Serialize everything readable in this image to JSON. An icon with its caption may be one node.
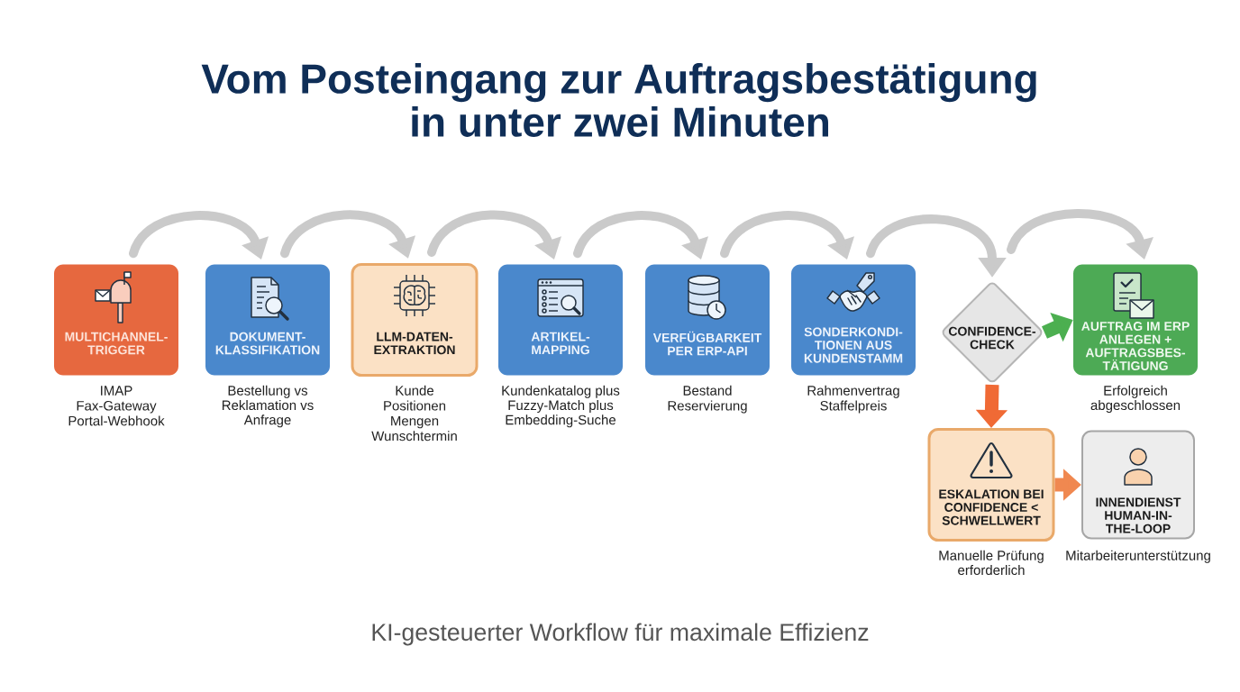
{
  "diagram": {
    "title": "Vom Posteingang zur Auftragsbestätigung in unter zwei Minuten",
    "caption": "KI-gesteuerter Workflow für maximale Effizienz",
    "nodes": [
      {
        "text": [
          "MULTICHANNEL-TRIGGER"
        ],
        "beside": [
          "IMAP",
          "Fax-Gateway",
          "Portal-Webhook"
        ]
      },
      {
        "text": [
          "DOKUMENT-KLASSIFIKATION"
        ],
        "beside": [
          "Bestellung vs Reklamation vs Anfrage"
        ]
      },
      {
        "text": [
          "LLM-DATEN-EXTRAKTION"
        ],
        "beside": [
          "Kunde",
          "Positionen",
          "Mengen",
          "Wunschtermin"
        ]
      },
      {
        "text": [
          "ARTIKEL-MAPPING"
        ],
        "beside": [
          "Kundenkatalog plus Fuzzy-Match plus Embedding-Suche"
        ]
      },
      {
        "text": [
          "VERFÜGBARKEIT PER ERP-API"
        ],
        "beside": [
          "Bestand",
          "Reservierung"
        ]
      },
      {
        "text": [
          "SONDERKONDI-TIONEN AUS KUNDENSTAMM"
        ],
        "beside": [
          "Rahmenvertrag",
          "Staffelpreis"
        ]
      },
      {
        "text": [
          "CONFIDENCE-CHECK"
        ]
      },
      {
        "text": [
          "AUFTRAG IM ERP ANLEGEN + AUFTRAGSBES-TÄTIGUNG"
        ],
        "beside": [
          "Erfolgreich abgeschlossen"
        ]
      },
      {
        "text": [
          "ESKALATION BEI CONFIDENCE < SCHWELLWERT"
        ],
        "beside": [
          "Manuelle Prüfung erforderlich"
        ]
      },
      {
        "text": [
          "INNENDIENST HUMAN-IN-THE-LOOP"
        ],
        "beside": [
          "Mitarbeiterunterstützung"
        ]
      }
    ],
    "edges": [
      {
        "from": 0,
        "to": 1,
        "arrow": "to"
      },
      {
        "from": 1,
        "to": 2,
        "arrow": "to"
      },
      {
        "from": 2,
        "to": 3,
        "arrow": "to"
      },
      {
        "from": 3,
        "to": 4,
        "arrow": "to"
      },
      {
        "from": 4,
        "to": 5,
        "arrow": "to"
      },
      {
        "from": 5,
        "to": 6,
        "arrow": "to"
      },
      {
        "from": 6,
        "to": 7,
        "arrow": "to"
      },
      {
        "from": 6,
        "to": 7,
        "arrow": "to",
        "color": "#4caf50"
      },
      {
        "from": 6,
        "to": 8,
        "arrow": "to",
        "color": "#f06a35"
      },
      {
        "from": 8,
        "to": 9,
        "arrow": "to",
        "color": "#f08850"
      }
    ]
  }
}
